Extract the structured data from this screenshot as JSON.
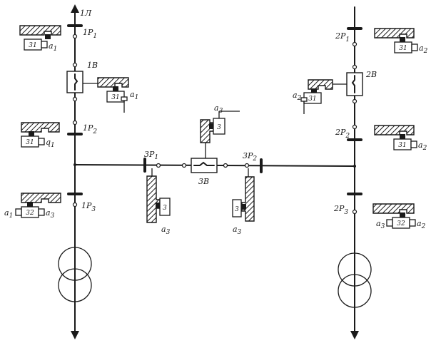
{
  "labels": {
    "line_1": "1Л",
    "disc_1p1": "1P",
    "disc_1p1_sub": "1",
    "breaker_1b": "1B",
    "disc_1p2": "1P",
    "disc_1p2_sub": "2",
    "disc_1p3": "1P",
    "disc_1p3_sub": "3",
    "disc_2p1": "2P",
    "disc_2p1_sub": "1",
    "breaker_2b": "2B",
    "disc_2p2": "2P",
    "disc_2p2_sub": "2",
    "disc_2p3": "2P",
    "disc_2p3_sub": "3",
    "disc_3p1": "3P",
    "disc_3p1_sub": "1",
    "disc_3p2": "3P",
    "disc_3p2_sub": "2",
    "breaker_3b": "3B"
  },
  "locks": {
    "l1p1": "31",
    "l1b": "31",
    "l1p2": "31",
    "l1p3": "32",
    "l2p1": "31",
    "l2b": "31",
    "l2p2": "31",
    "l2p3": "32",
    "l3b": "3"
  },
  "keys": {
    "a1": "a",
    "a1_sub": "1",
    "a2": "a",
    "a2_sub": "2",
    "a3": "a",
    "a3_sub": "3",
    "q1": "q",
    "q1_sub": "1"
  }
}
